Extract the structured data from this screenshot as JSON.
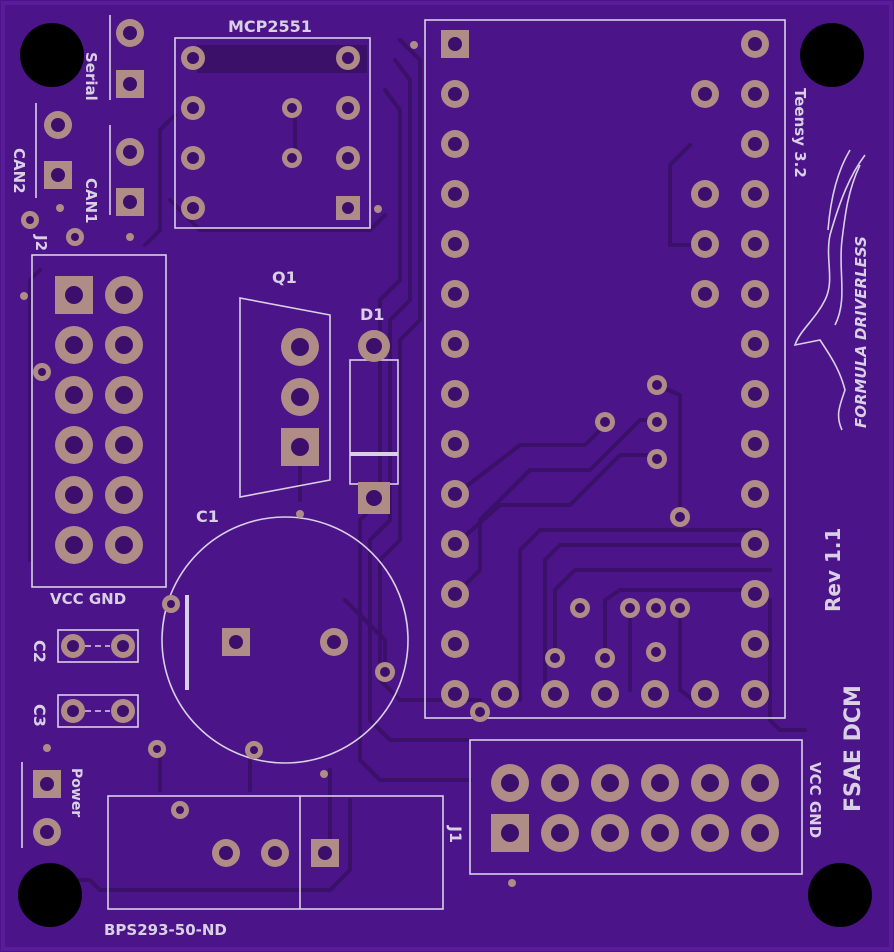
{
  "board": {
    "colors": {
      "board": "#4b1488",
      "edge": "#5a1c9a",
      "silk": "#d9d0e6",
      "pad": "#b08c86",
      "trace": "#3a1068",
      "mount_hole": "#000000"
    }
  },
  "labels": {
    "mcp": "MCP2551",
    "q1": "Q1",
    "d1": "D1",
    "c1": "C1",
    "c2": "C2",
    "c3": "C3",
    "j1": "J1",
    "j2": "J2",
    "can1": "CAN1",
    "can2": "CAN2",
    "serial": "Serial",
    "power": "Power",
    "vcc_gnd_left": "VCC GND",
    "vcc_gnd_right": "VCC GND",
    "teensy": "Teensy 3.2",
    "rev": "Rev 1.1",
    "title": "FSAE DCM",
    "regulator": "BPS293-50-ND",
    "logo": "FORMULA DRIVERLESS"
  }
}
